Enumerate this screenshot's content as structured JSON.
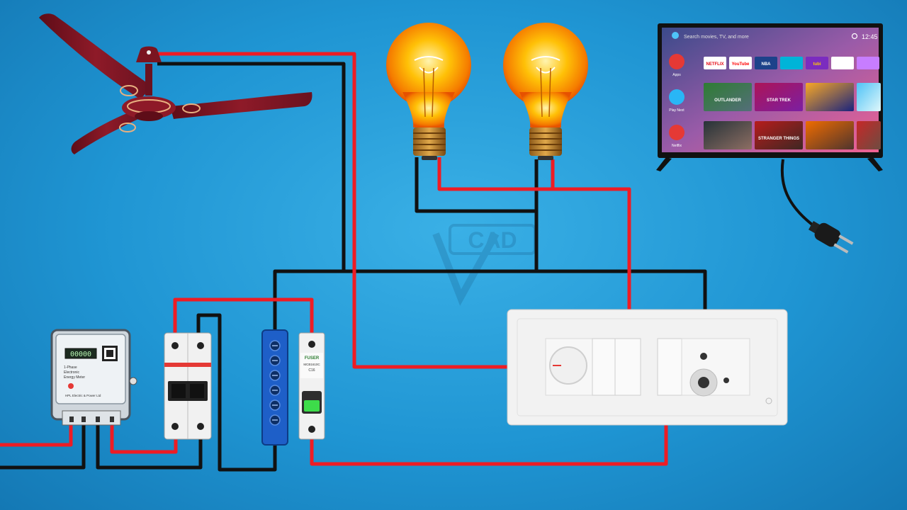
{
  "watermark": {
    "text": "CAD"
  },
  "tv": {
    "search_placeholder": "Search movies, TV, and more",
    "clock": "12:45",
    "nav": [
      {
        "label": "Apps",
        "icon": "apps-grid-icon",
        "color": "#e53935"
      },
      {
        "label": "Play Next",
        "icon": "play-icon",
        "color": "#29b6f6"
      },
      {
        "label": "Netflix",
        "icon": "netflix-icon",
        "color": "#e53935"
      }
    ],
    "app_tiles": [
      {
        "label": "NETFLIX",
        "bg": "#ffffff",
        "fg": "#e50914"
      },
      {
        "label": "YouTube",
        "bg": "#ffffff",
        "fg": "#ff0000"
      },
      {
        "label": "NBA",
        "bg": "#1d428a",
        "fg": "#ffffff"
      },
      {
        "label": "",
        "bg": "#00b4d8",
        "fg": "#ffffff"
      },
      {
        "label": "tubi",
        "bg": "#7b2cbf",
        "fg": "#ffcc00"
      },
      {
        "label": "",
        "bg": "#ffffff",
        "fg": "#7b2cbf"
      },
      {
        "label": "",
        "bg": "#c77dff",
        "fg": "#ffffff"
      }
    ],
    "row1_posters": [
      {
        "label": "OUTLANDER",
        "colors": [
          "#2e7d32",
          "#546e7a"
        ]
      },
      {
        "label": "STAR TREK",
        "colors": [
          "#ad1457",
          "#7b1fa2"
        ]
      },
      {
        "label": "",
        "colors": [
          "#f9a825",
          "#1a237e"
        ]
      },
      {
        "label": "",
        "colors": [
          "#4fc3f7",
          "#e0f7fa"
        ]
      }
    ],
    "row2_posters": [
      {
        "label": "",
        "colors": [
          "#263238",
          "#8d6e63"
        ]
      },
      {
        "label": "STRANGER THINGS",
        "colors": [
          "#b71c1c",
          "#3e2723"
        ]
      },
      {
        "label": "",
        "colors": [
          "#ef6c00",
          "#4e342e"
        ]
      },
      {
        "label": "",
        "colors": [
          "#c62828",
          "#6d4c41"
        ]
      }
    ]
  },
  "energy_meter": {
    "display_digits": "00000",
    "small_text": [
      "1-Phase",
      "Electronic",
      "Energy Meter"
    ],
    "brand_text": "HPL Electric & Power Ltd"
  },
  "mcb": {
    "brand": "FUSER",
    "model": "MCB1610C",
    "rating": "C16"
  },
  "colors": {
    "live_wire": "#ee1c24",
    "neutral_wire": "#111111",
    "fan_body": "#7a1420",
    "busbar": "#1e5fc8",
    "switchboard": "#f2f2f2",
    "bulb_glow": "#ffb300"
  }
}
